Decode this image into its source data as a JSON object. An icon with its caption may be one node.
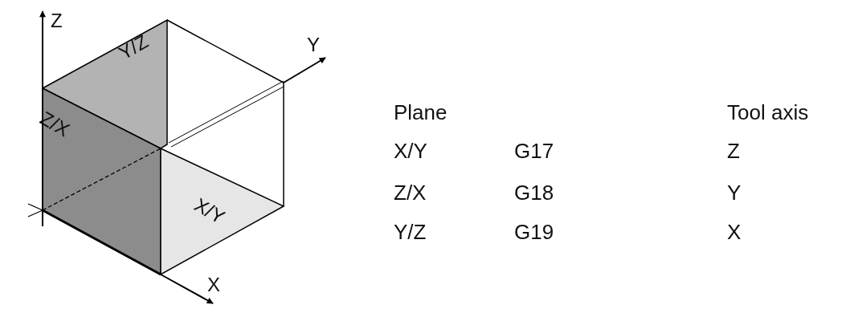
{
  "diagram": {
    "labels": [
      "Z",
      "Y",
      "Y/Z",
      "Z/X",
      "X/Y",
      "X",
      "Plane",
      "Tool axis",
      "X/Y",
      "G17",
      "Z",
      "Z/X",
      "G18",
      "Y",
      "Y/Z",
      "G19",
      "X"
    ]
  }
}
